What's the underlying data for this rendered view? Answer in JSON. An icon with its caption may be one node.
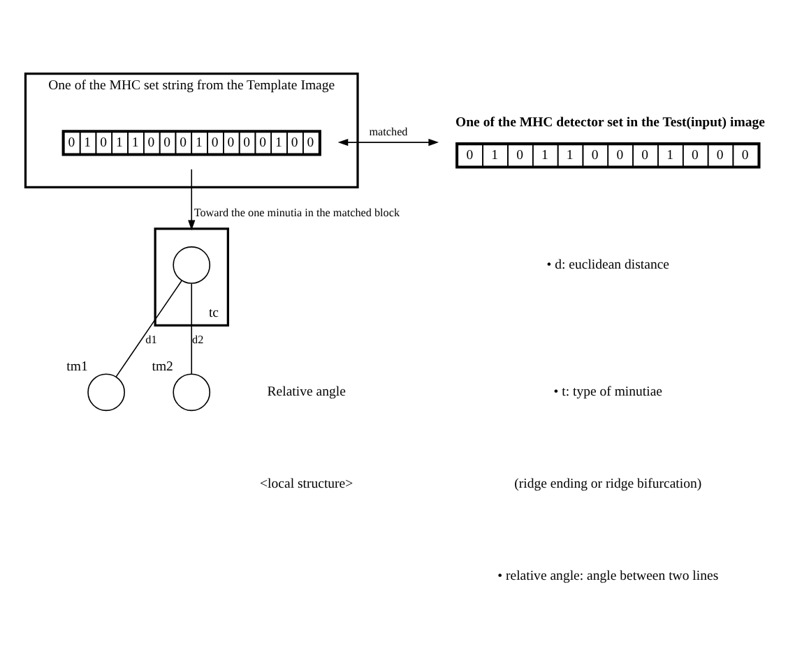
{
  "diagram": {
    "nodes": [
      {
        "text": [
          "One of the MHC set string from the Template Image"
        ]
      },
      {
        "text": [
          "0 1 0 1 1 0 0 0 1 0 0 0 0 1 0 0"
        ],
        "in": 0
      },
      {
        "text": [
          "One of the MHC detector set in the Test(input) image",
          "0 1 0 1 1 0 0 0 1 0 0 0"
        ]
      },
      {
        "text": [],
        "shape": "box",
        "beside": [
          "tc"
        ]
      },
      {
        "text": [],
        "shape": "circle",
        "in": 3
      },
      {
        "text": [],
        "shape": "circle",
        "beside": [
          "tm1"
        ]
      },
      {
        "text": [],
        "shape": "circle",
        "beside": [
          "tm2"
        ]
      }
    ],
    "edges": [
      {
        "from": 1,
        "to": 2,
        "arrow": "both",
        "label": "matched"
      },
      {
        "from": 1,
        "to": 3,
        "arrow": "to",
        "label": "Toward the one minutia in the matched block"
      },
      {
        "from": 4,
        "to": 5,
        "arrow": "none",
        "label": "d1"
      },
      {
        "from": 4,
        "to": 6,
        "arrow": "none",
        "label": "d2"
      }
    ],
    "labels": [
      "Relative angle",
      "<local structure>",
      "• d: euclidean distance",
      "• t: type of minutiae",
      "(ridge ending or ridge bifurcation)",
      "• relative angle: angle between two lines"
    ]
  }
}
